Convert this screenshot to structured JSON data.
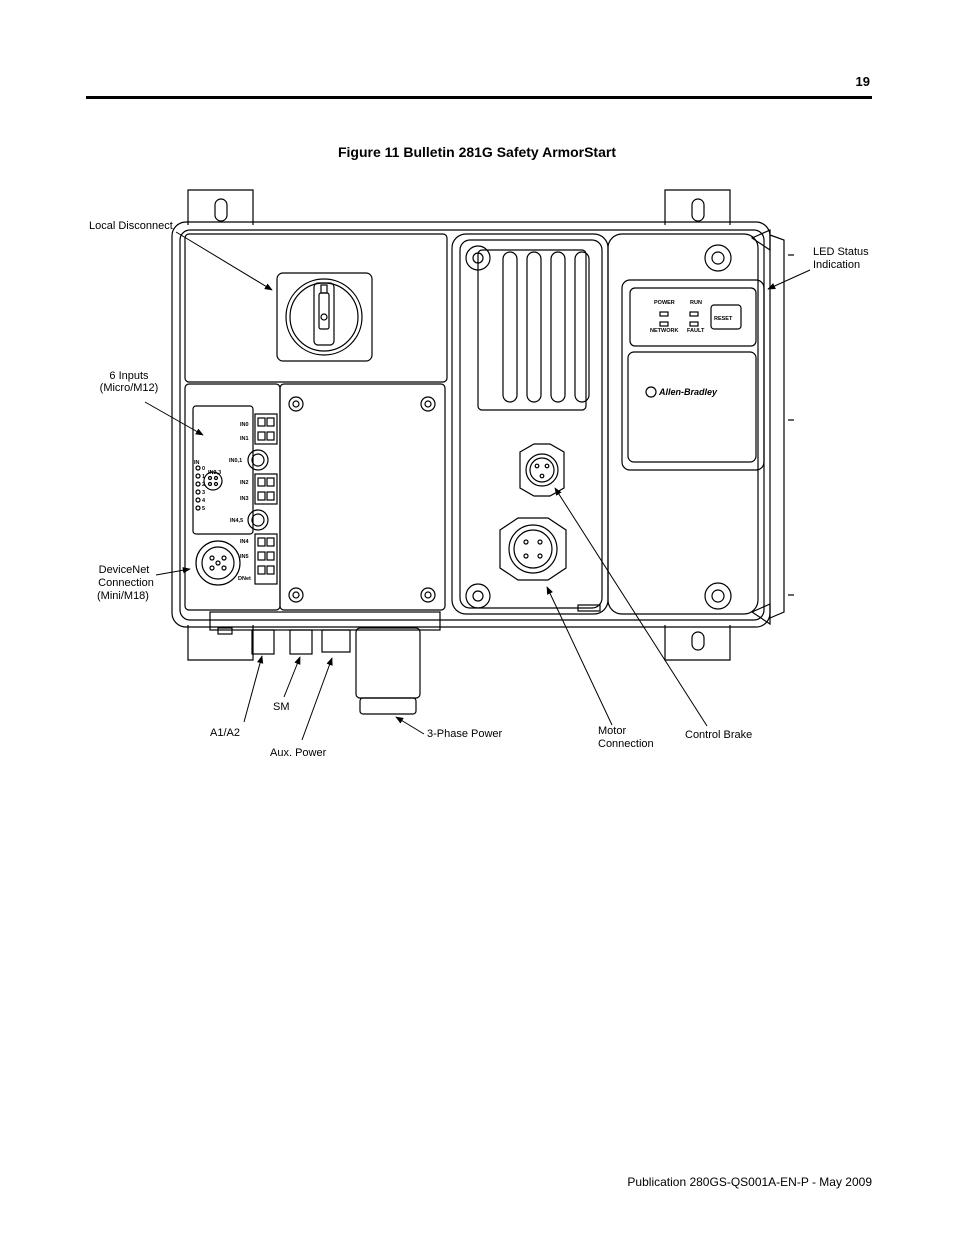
{
  "page_number": "19",
  "figure_title": "Figure 11 Bulletin 281G Safety ArmorStart",
  "callouts": {
    "local_disconnect": "Local Disconnect",
    "led_status_line1": "LED Status",
    "led_status_line2": "Indication",
    "inputs_line1": "6 Inputs",
    "inputs_line2": "(Micro/M12)",
    "devicenet_line1": "DeviceNet",
    "devicenet_line2": "Connection",
    "devicenet_line3": "(Mini/M18)",
    "sm": "SM",
    "a1a2": "A1/A2",
    "aux_power": "Aux. Power",
    "three_phase_power": "3-Phase Power",
    "motor_line1": "Motor",
    "motor_line2": "Connection",
    "control_brake": "Control Brake"
  },
  "device_labels": {
    "power": "POWER",
    "run": "RUN",
    "network": "NETWORK",
    "fault": "FAULT",
    "reset": "RESET",
    "brand": "Allen-Bradley",
    "in0": "IN0",
    "in1": "IN1",
    "in01": "IN0,1",
    "in2": "IN2",
    "in3": "IN3",
    "in23": "IN2,3",
    "in45": "IN4,5",
    "in4": "IN4",
    "in5": "IN5",
    "in": "IN",
    "n0": "0",
    "n1": "1",
    "n2": "2",
    "n3": "3",
    "n4": "4",
    "n5": "5",
    "dnet": "DNet"
  },
  "footer": "Publication 280GS-QS001A-EN-P - May 2009"
}
